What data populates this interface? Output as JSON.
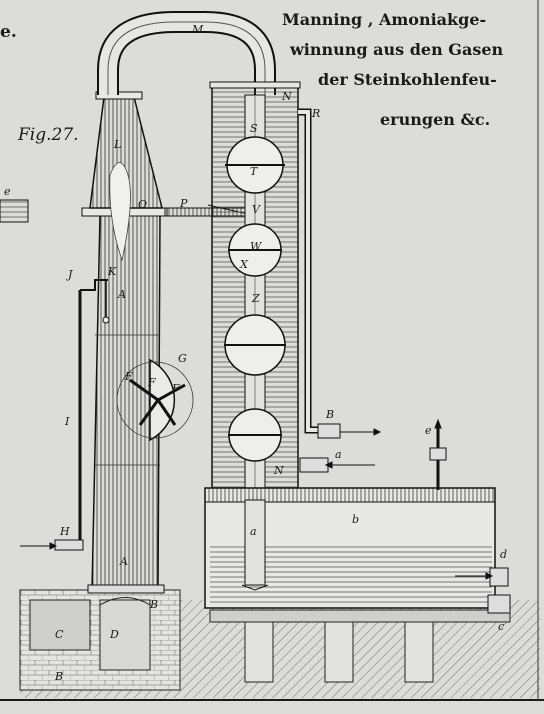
{
  "header": {
    "left_fragment": "e.",
    "title_lines": [
      "Manning , Amoniakge-",
      "winnung aus den Gasen",
      "der Steinkohlenfeu-",
      "erungen &c."
    ]
  },
  "figure": {
    "number": "Fig.27.",
    "labels": {
      "M": "M",
      "L": "L",
      "O": "O",
      "P": "P",
      "J": "J",
      "K": "K",
      "A_upper": "A",
      "A_lower": "A",
      "G": "G",
      "F1": "F",
      "F2": "F",
      "F3": "F",
      "I": "I",
      "H": "H",
      "C": "C",
      "D": "D",
      "B": "B",
      "B_bottom": "B",
      "N_top": "N",
      "R": "R",
      "S": "S",
      "T": "T",
      "V": "V",
      "W": "W",
      "X": "X",
      "Z": "Z",
      "B_pipe": "B",
      "a_valve": "a",
      "N_low": "N",
      "b": "b",
      "a_tube": "a",
      "e_left": "e",
      "e_right": "e",
      "d": "d",
      "c": "c"
    }
  },
  "colors": {
    "paper": "#dcdcd8",
    "ink": "#1a1a1a"
  }
}
